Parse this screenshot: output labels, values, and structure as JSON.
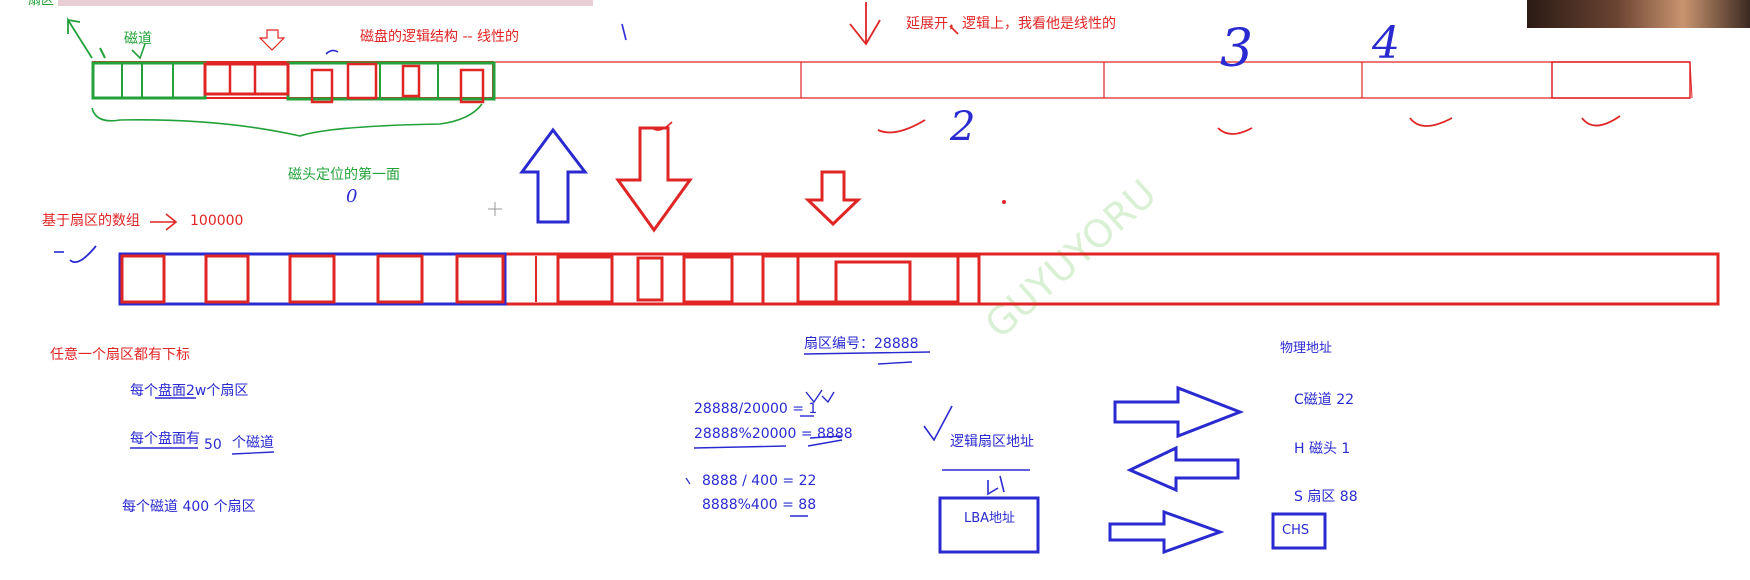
{
  "colors": {
    "red": "#e02525",
    "blue": "#2a2ad0",
    "green": "#23a23a"
  },
  "labels": {
    "sector_top": "扇区",
    "track": "磁道",
    "logical_structure": "磁盘的逻辑结构 -- 线性的",
    "unfold": "延展开，逻辑上，我看他是线性的",
    "head_first_side": "磁头定位的第一面",
    "zero_mark": "0",
    "sector_array": "基于扇区的数组",
    "sector_array_size": "100000",
    "hand_3": "3",
    "hand_4": "4",
    "hand_2": "2",
    "any_sector_index": "任意一个扇区都有下标",
    "per_platter_sectors": "每个盘面2w个扇区",
    "per_platter_tracks_a": "每个盘面有",
    "per_platter_tracks_num": "50",
    "per_platter_tracks_b": "个磁道",
    "per_track_sectors": "每个磁道 400  个扇区",
    "sector_number": "扇区编号：28888",
    "calc1": "28888/20000 = 1",
    "calc2": "28888%20000 = 8888",
    "calc3": "8888 / 400 = 22",
    "calc4": "8888%400 = 88",
    "logical_sector_addr": "逻辑扇区地址",
    "lba": "LBA地址",
    "physical_addr": "物理地址",
    "c_track": "C磁道   22",
    "h_head": "H 磁头   1",
    "s_sector": "S 扇区    88",
    "chs": "CHS",
    "watermark": "GUYUYORU"
  }
}
